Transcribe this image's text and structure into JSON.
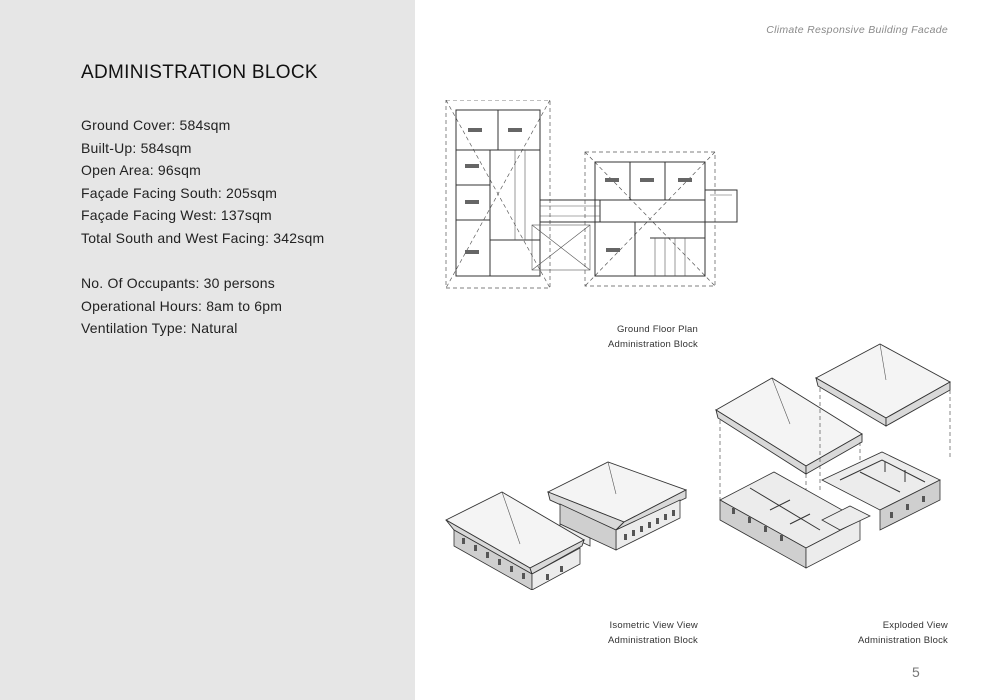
{
  "header": {
    "project_title": "Climate Responsive Building Facade"
  },
  "block": {
    "title": "ADMINISTRATION BLOCK",
    "stats": [
      "Ground Cover: 584sqm",
      "Built-Up: 584sqm",
      "Open Area: 96sqm",
      "Façade Facing South: 205sqm",
      "Façade Facing West: 137sqm",
      "Total South and West Facing: 342sqm"
    ],
    "occupancy": [
      "No. Of Occupants: 30 persons",
      "Operational Hours: 8am to 6pm",
      "Ventilation Type: Natural"
    ]
  },
  "captions": {
    "plan": {
      "line1": "Ground Floor Plan",
      "line2": "Administration Block"
    },
    "isometric": {
      "line1": "Isometric View View",
      "line2": "Administration Block"
    },
    "exploded": {
      "line1": "Exploded View",
      "line2": "Administration Block"
    }
  },
  "page_number": "5"
}
